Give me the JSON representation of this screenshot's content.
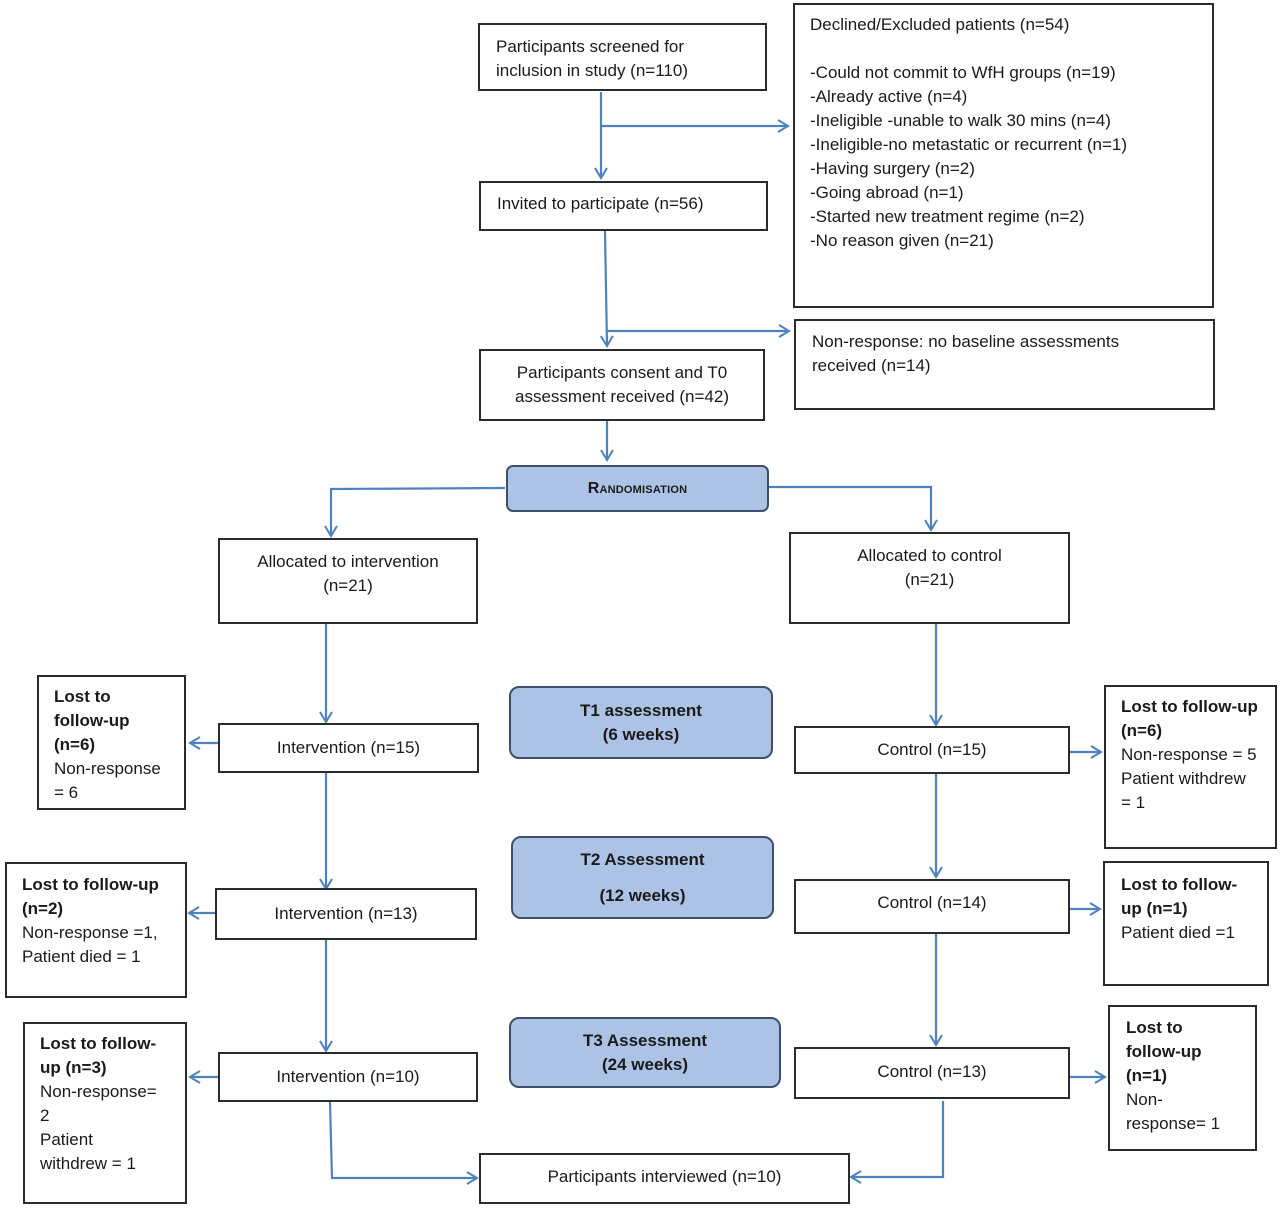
{
  "screened": {
    "line1": "Participants screened for",
    "line2": "inclusion in study (n=110)"
  },
  "excluded": {
    "title": "Declined/Excluded patients (n=54)",
    "items": [
      "-Could not commit to WfH groups (n=19)",
      "-Already active (n=4)",
      "-Ineligible -unable to walk 30 mins (n=4)",
      "-Ineligible-no metastatic or recurrent (n=1)",
      "-Having surgery (n=2)",
      "-Going abroad (n=1)",
      "-Started new treatment regime (n=2)",
      "-No reason given (n=21)"
    ]
  },
  "invited": "Invited to participate (n=56)",
  "nonresponse": {
    "line1": "Non-response: no baseline assessments",
    "line2": "received (n=14)"
  },
  "consent": {
    "line1": "Participants consent and T0",
    "line2": "assessment received (n=42)"
  },
  "randomisation": "Randomisation",
  "alloc_intervention": {
    "line1": "Allocated to intervention",
    "line2": "(n=21)"
  },
  "alloc_control": {
    "line1": "Allocated to control",
    "line2": "(n=21)"
  },
  "t1": {
    "line1": "T1 assessment",
    "line2": "(6 weeks)"
  },
  "t2": {
    "line1": "T2 Assessment",
    "line2": "(12 weeks)"
  },
  "t3": {
    "line1": "T3 Assessment",
    "line2": "(24 weeks)"
  },
  "intervention": [
    "Intervention (n=15)",
    "Intervention (n=13)",
    "Intervention (n=10)"
  ],
  "control": [
    "Control (n=15)",
    "Control (n=14)",
    "Control (n=13)"
  ],
  "lost_left_1": {
    "l1": "Lost to",
    "l2": "follow-up",
    "l3": "(n=6)",
    "l4": "Non-response",
    "l5": "= 6"
  },
  "lost_left_2": {
    "l1": "Lost to follow-up",
    "l2": "(n=2)",
    "l3": "Non-response =1,",
    "l4": "Patient died = 1"
  },
  "lost_left_3": {
    "l1": "Lost to follow-",
    "l2": "up (n=3)",
    "l3": "Non-response=",
    "l4": "2",
    "l5": "Patient",
    "l6": "withdrew = 1"
  },
  "lost_right_1": {
    "l1": "Lost to follow-up",
    "l2": "(n=6)",
    "l3": "Non-response = 5",
    "l4": "Patient withdrew",
    "l5": "= 1"
  },
  "lost_right_2": {
    "l1": "Lost to follow-",
    "l2": "up (n=1)",
    "l3": "Patient died =1"
  },
  "lost_right_3": {
    "l1": "Lost to",
    "l2": "follow-up",
    "l3": "(n=1)",
    "l4": "Non-",
    "l5": "response= 1"
  },
  "interviewed": "Participants interviewed (n=10)",
  "colors": {
    "arrow": "#4f81bd",
    "stage_fill": "#adc3e6",
    "border": "#2b2b2b"
  }
}
